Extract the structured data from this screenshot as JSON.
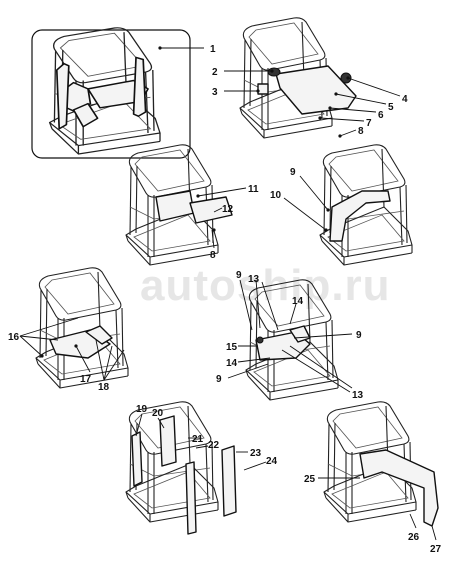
{
  "watermark": "autoship.ru",
  "callouts": [
    {
      "id": "c1",
      "text": "1"
    },
    {
      "id": "c2",
      "text": "2"
    },
    {
      "id": "c3",
      "text": "3"
    },
    {
      "id": "c4",
      "text": "4"
    },
    {
      "id": "c5",
      "text": "5"
    },
    {
      "id": "c6",
      "text": "6"
    },
    {
      "id": "c7",
      "text": "7"
    },
    {
      "id": "c8a",
      "text": "8"
    },
    {
      "id": "c11",
      "text": "11"
    },
    {
      "id": "c12",
      "text": "12"
    },
    {
      "id": "c8b",
      "text": "8"
    },
    {
      "id": "c9a",
      "text": "9"
    },
    {
      "id": "c10",
      "text": "10"
    },
    {
      "id": "c9b",
      "text": "9"
    },
    {
      "id": "c13a",
      "text": "13"
    },
    {
      "id": "c14a",
      "text": "14"
    },
    {
      "id": "c9c",
      "text": "9"
    },
    {
      "id": "c15",
      "text": "15"
    },
    {
      "id": "c14b",
      "text": "14"
    },
    {
      "id": "c9d",
      "text": "9"
    },
    {
      "id": "c13b",
      "text": "13"
    },
    {
      "id": "c16",
      "text": "16"
    },
    {
      "id": "c17",
      "text": "17"
    },
    {
      "id": "c18",
      "text": "18"
    },
    {
      "id": "c19",
      "text": "19"
    },
    {
      "id": "c20",
      "text": "20"
    },
    {
      "id": "c21",
      "text": "21"
    },
    {
      "id": "c22",
      "text": "22"
    },
    {
      "id": "c23",
      "text": "23"
    },
    {
      "id": "c24",
      "text": "24"
    },
    {
      "id": "c25",
      "text": "25"
    },
    {
      "id": "c26",
      "text": "26"
    },
    {
      "id": "c27",
      "text": "27"
    }
  ]
}
